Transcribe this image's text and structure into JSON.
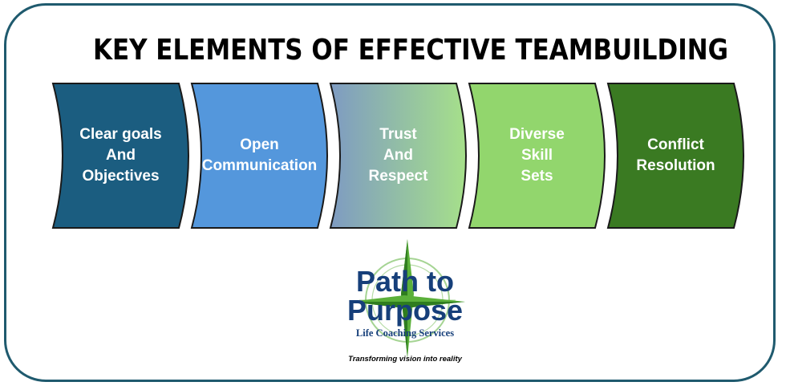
{
  "title": "KEY ELEMENTS OF EFFECTIVE TEAMBUILDING",
  "segments": [
    {
      "label": "Clear goals\nAnd\nObjectives",
      "color": "#1b5d80"
    },
    {
      "label": "Open\nCommunication",
      "color": "#5497dc"
    },
    {
      "label": "Trust\nAnd\nRespect",
      "color_start": "#7e9bc2",
      "color_end": "#a6e08a"
    },
    {
      "label": "Diverse\nSkill\nSets",
      "color": "#92d66d"
    },
    {
      "label": "Conflict\nResolution",
      "color": "#3a7a22"
    }
  ],
  "logo": {
    "line1": "Path to",
    "line2": "Purpose",
    "line3": "Life Coaching Services",
    "tagline": "Transforming vision into reality",
    "text_color": "#163f7a",
    "compass_color": "#5bb03a"
  },
  "frame_color": "#1f5a6e"
}
